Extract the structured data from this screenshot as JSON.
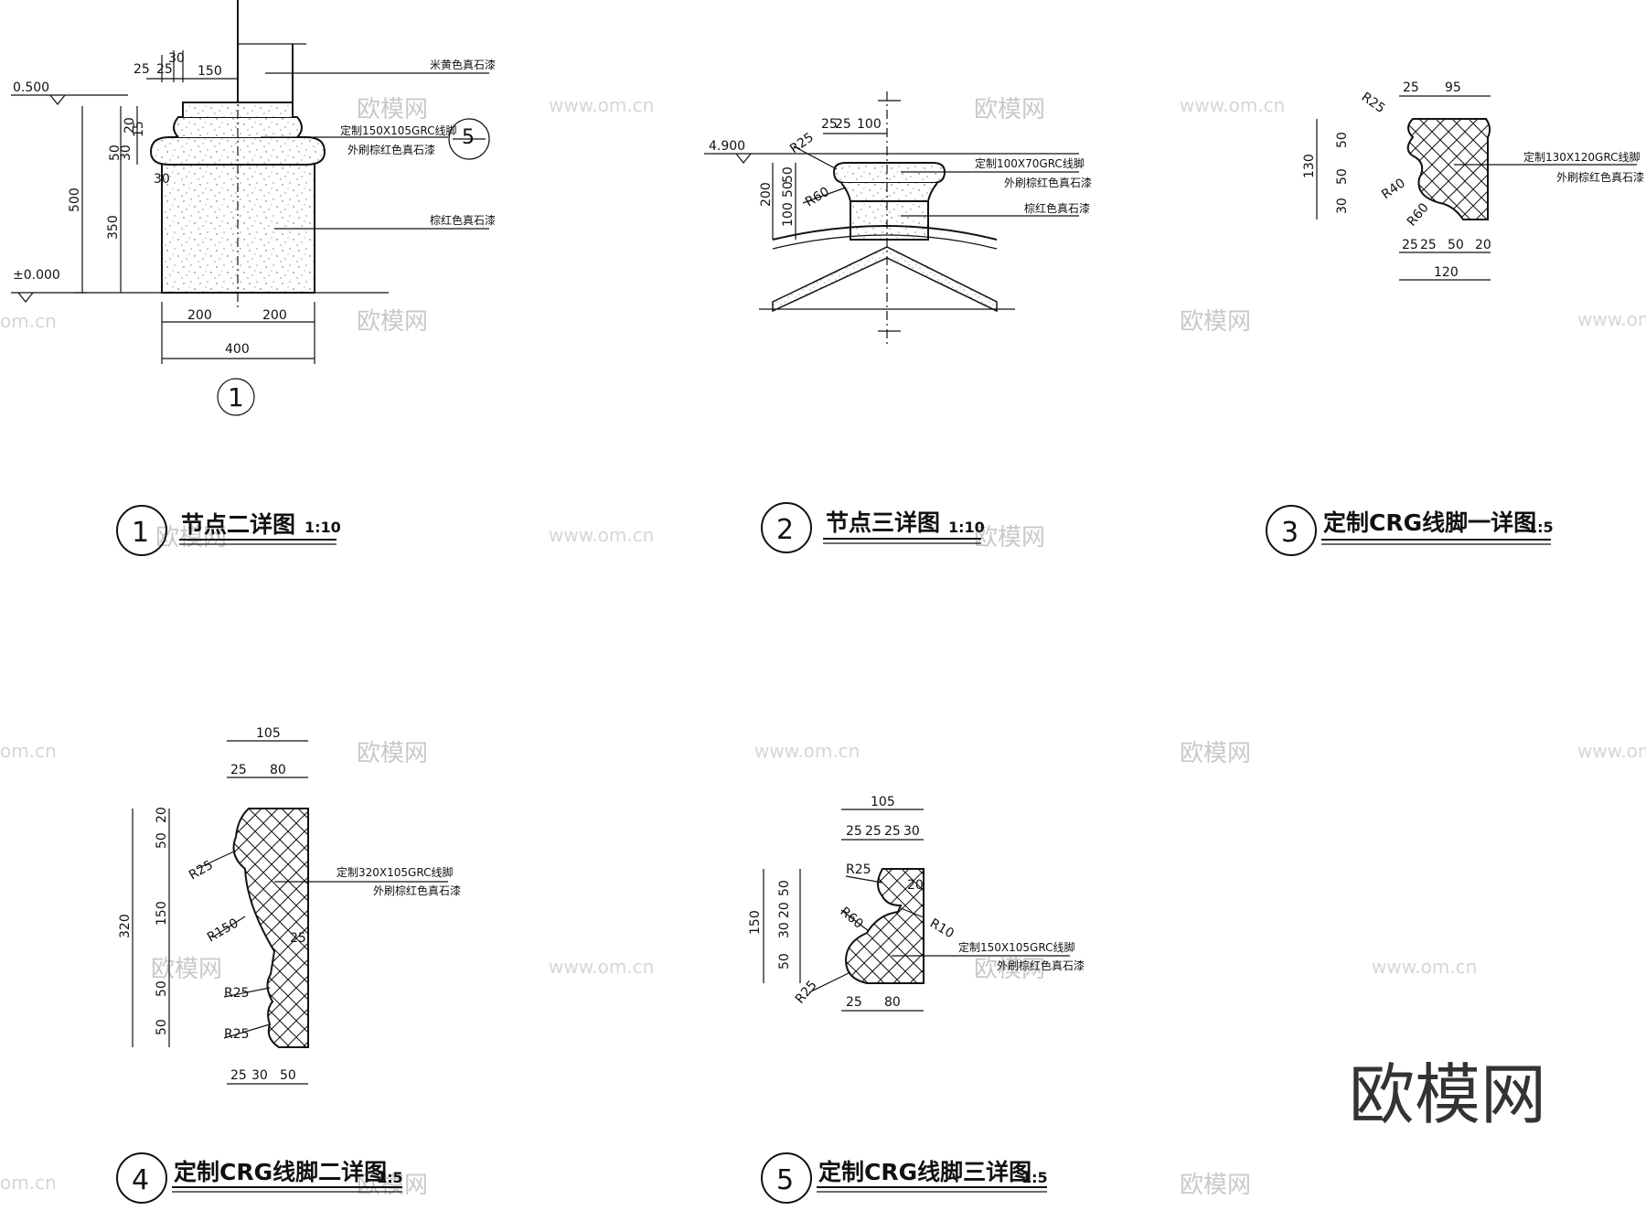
{
  "details": [
    {
      "id": "detail-1",
      "number": "1",
      "title": "节点二详图",
      "scale": "1:10",
      "elevations": [
        "0.500",
        "±0.000"
      ],
      "dimensions_top": [
        "25",
        "25",
        "30",
        "150"
      ],
      "dimensions_left": [
        "20",
        "15",
        "50",
        "30",
        "30",
        "500",
        "350"
      ],
      "dimensions_bottom": [
        "200",
        "200",
        "400"
      ],
      "callout_ref": "5",
      "section_mark": "1",
      "notes": [
        "米黄色真石漆",
        "定制150X105GRC线脚",
        "外刷棕红色真石漆",
        "棕红色真石漆"
      ]
    },
    {
      "id": "detail-2",
      "number": "2",
      "title": "节点三详图",
      "scale": "1:10",
      "elevations": [
        "4.900"
      ],
      "dimensions_top": [
        "25",
        "25",
        "100"
      ],
      "dimensions_left": [
        "200",
        "50",
        "50",
        "100"
      ],
      "radii": [
        "R25",
        "R60"
      ],
      "notes": [
        "定制100X70GRC线脚",
        "外刷棕红色真石漆",
        "棕红色真石漆"
      ]
    },
    {
      "id": "detail-3",
      "number": "3",
      "title": "定制CRG线脚一详图",
      "scale": "1:5",
      "dimensions_top": [
        "25",
        "95"
      ],
      "dimensions_left": [
        "130",
        "50",
        "50",
        "30"
      ],
      "dimensions_bottom": [
        "25",
        "25",
        "50",
        "20",
        "120"
      ],
      "radii": [
        "R25",
        "R40",
        "R60"
      ],
      "notes": [
        "定制130X120GRC线脚",
        "外刷棕红色真石漆"
      ]
    },
    {
      "id": "detail-4",
      "number": "4",
      "title": "定制CRG线脚二详图",
      "scale": "1:5",
      "dimensions_top": [
        "105",
        "25",
        "80"
      ],
      "dimensions_left": [
        "320",
        "20",
        "50",
        "150",
        "50",
        "50"
      ],
      "dimensions_bottom": [
        "25",
        "30",
        "50"
      ],
      "radii": [
        "R25",
        "R150",
        "25",
        "R25",
        "R25"
      ],
      "notes": [
        "定制320X105GRC线脚",
        "外刷棕红色真石漆"
      ]
    },
    {
      "id": "detail-5",
      "number": "5",
      "title": "定制CRG线脚三详图",
      "scale": "1:5",
      "dimensions_top": [
        "105",
        "25",
        "25",
        "25",
        "30"
      ],
      "dimensions_left": [
        "150",
        "50",
        "20",
        "30",
        "50"
      ],
      "dimensions_bottom": [
        "25",
        "80"
      ],
      "radii": [
        "R25",
        "20",
        "R60",
        "R10",
        "R25"
      ],
      "notes": [
        "定制150X105GRC线脚",
        "外刷棕红色真石漆"
      ]
    }
  ],
  "watermarks": {
    "site": "www.om.cn",
    "site_partial": "om.cn",
    "brand": "欧模网"
  },
  "brand_logo_text": "欧模网"
}
